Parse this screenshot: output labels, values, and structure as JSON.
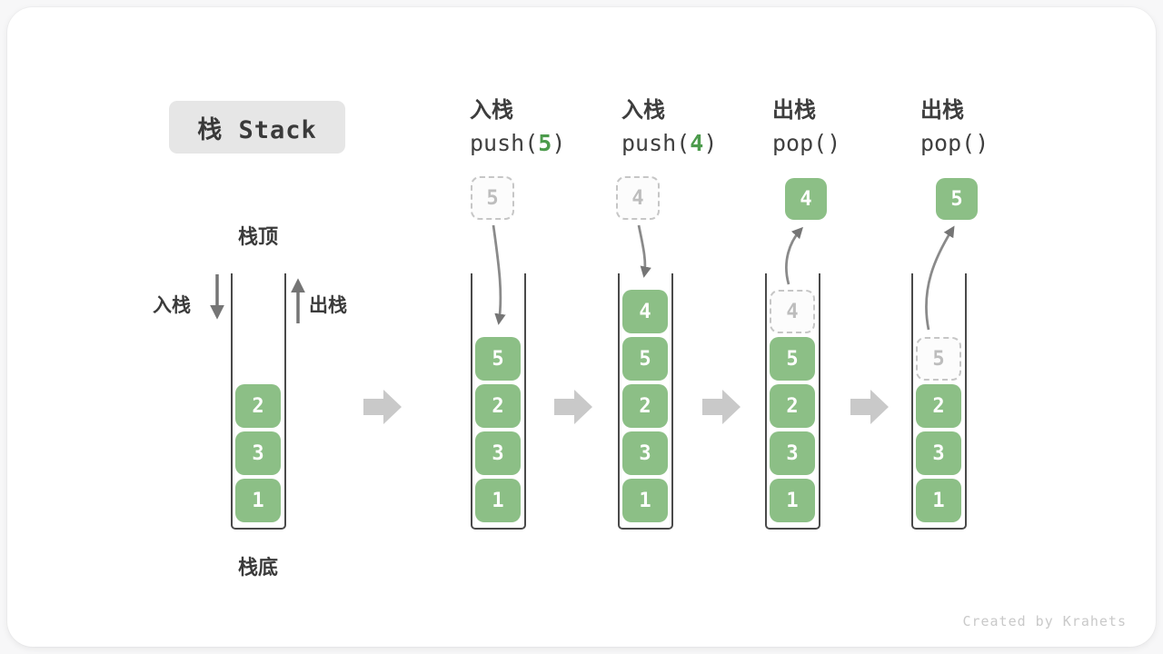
{
  "title": {
    "text": "栈 Stack"
  },
  "legend": {
    "stack_top": "栈顶",
    "stack_bottom": "栈底",
    "push_side": "入栈",
    "pop_side": "出栈"
  },
  "initial": {
    "stack": [
      "2",
      "3",
      "1"
    ]
  },
  "steps": [
    {
      "op": "入栈",
      "code_fn": "push(",
      "code_arg": "5",
      "code_close": ")",
      "floating": {
        "value": "5",
        "state": "ghost"
      },
      "stack": [
        "5",
        "2",
        "3",
        "1"
      ]
    },
    {
      "op": "入栈",
      "code_fn": "push(",
      "code_arg": "4",
      "code_close": ")",
      "floating": {
        "value": "4",
        "state": "ghost"
      },
      "stack": [
        "4",
        "5",
        "2",
        "3",
        "1"
      ]
    },
    {
      "op": "出栈",
      "code_fn": "pop(",
      "code_arg": "",
      "code_close": ")",
      "floating": {
        "value": "4",
        "state": "solid"
      },
      "ghost_in_stack": "4",
      "stack": [
        "5",
        "2",
        "3",
        "1"
      ]
    },
    {
      "op": "出栈",
      "code_fn": "pop(",
      "code_arg": "",
      "code_close": ")",
      "floating": {
        "value": "5",
        "state": "solid"
      },
      "ghost_in_stack": "5",
      "stack": [
        "2",
        "3",
        "1"
      ]
    }
  ],
  "watermark": "Created by Krahets",
  "colors": {
    "box_green": "#8CBF86",
    "arg_green": "#4C9B4C",
    "wall_gray": "#4a4a4a",
    "arrow_gray": "#757575",
    "block_arrow_gray": "#c9c9c9",
    "ghost_border": "#c6c6c6",
    "title_bg": "#e6e6e6",
    "text_dark": "#3b3b3b"
  }
}
